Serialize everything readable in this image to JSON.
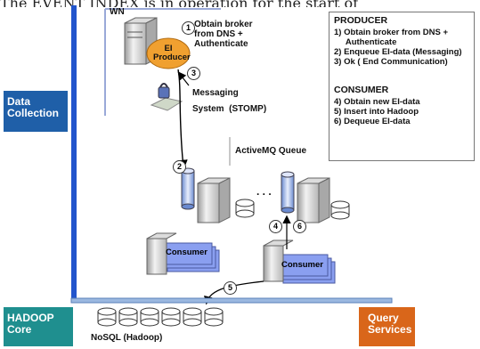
{
  "top_cut_text": "The EVENT INDEX is in operation for the start of",
  "wn_label": "WN",
  "producer_bubble": "EI\nProducer",
  "step_labels": [
    "1",
    "2",
    "3",
    "4",
    "5",
    "6"
  ],
  "step1_text": "Obtain broker\nfrom DNS +\nAuthenticate",
  "messaging_text": "Messaging\nSystem  (STOMP)",
  "queue_label": "ActiveMQ Queue",
  "ellipsis": ". . .",
  "consumer_label": "Consumer",
  "nosql_label": "NoSQL (Hadoop)",
  "side_labels": {
    "data_collection": "Data\nCollection",
    "hadoop_core": "HADOOP\nCore",
    "query_services": "Query\nServices"
  },
  "legend": {
    "producer_title": "PRODUCER",
    "producer_items": [
      "1) Obtain broker from DNS +\n     Authenticate",
      "2) Enqueue EI-data (Messaging)",
      "3) Ok ( End Communication)"
    ],
    "consumer_title": "CONSUMER",
    "consumer_items": [
      "4) Obtain new EI-data",
      "5) Insert into Hadoop",
      "6) Dequeue EI-data"
    ]
  },
  "colors": {
    "data_collection_bg": "#1f5fa8",
    "hadoop_bg": "#1f8f8f",
    "query_bg": "#d9661a",
    "producer_orange": "#f0a030",
    "consumer_blue": "#8a9ff0",
    "bus": "#2255cc"
  }
}
